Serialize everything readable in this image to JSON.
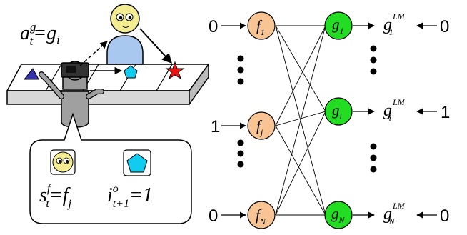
{
  "scene": {
    "agent_action_label": {
      "main": "a",
      "sup": "g",
      "sub": "t",
      "eq": "=",
      "rhs": "g",
      "rhs_sub": "i"
    },
    "speech_bubble": {
      "self_label": {
        "main": "s",
        "sup": "f",
        "sub": "t",
        "eq": "=",
        "rhs": "f",
        "rhs_sub": "j"
      },
      "observation_label": {
        "main": "i",
        "sup": "o",
        "sub": "t+1",
        "eq": "=1"
      }
    },
    "object_colors": {
      "triangle": "#3333aa",
      "pentagon": "#11ccee",
      "star": "#ee1111"
    }
  },
  "network": {
    "inputs": [
      {
        "value": "0"
      },
      {
        "value": "1"
      },
      {
        "value": "0"
      }
    ],
    "f_nodes": [
      {
        "label": "f",
        "sub": "1"
      },
      {
        "label": "f",
        "sub": "j"
      },
      {
        "label": "f",
        "sub": "N"
      }
    ],
    "g_nodes": [
      {
        "label": "g",
        "sub": "1"
      },
      {
        "label": "g",
        "sub": "i"
      },
      {
        "label": "g",
        "sub": "N"
      }
    ],
    "outputs": [
      {
        "label": "g",
        "sup": "LM",
        "sub": "1",
        "value": "0"
      },
      {
        "label": "g",
        "sup": "LM",
        "sub": "i",
        "value": "1"
      },
      {
        "label": "g",
        "sup": "LM",
        "sub": "N",
        "value": "0"
      }
    ],
    "colors": {
      "f_node": "#f8c494",
      "g_node": "#22dd22",
      "stroke": "#000000"
    }
  }
}
